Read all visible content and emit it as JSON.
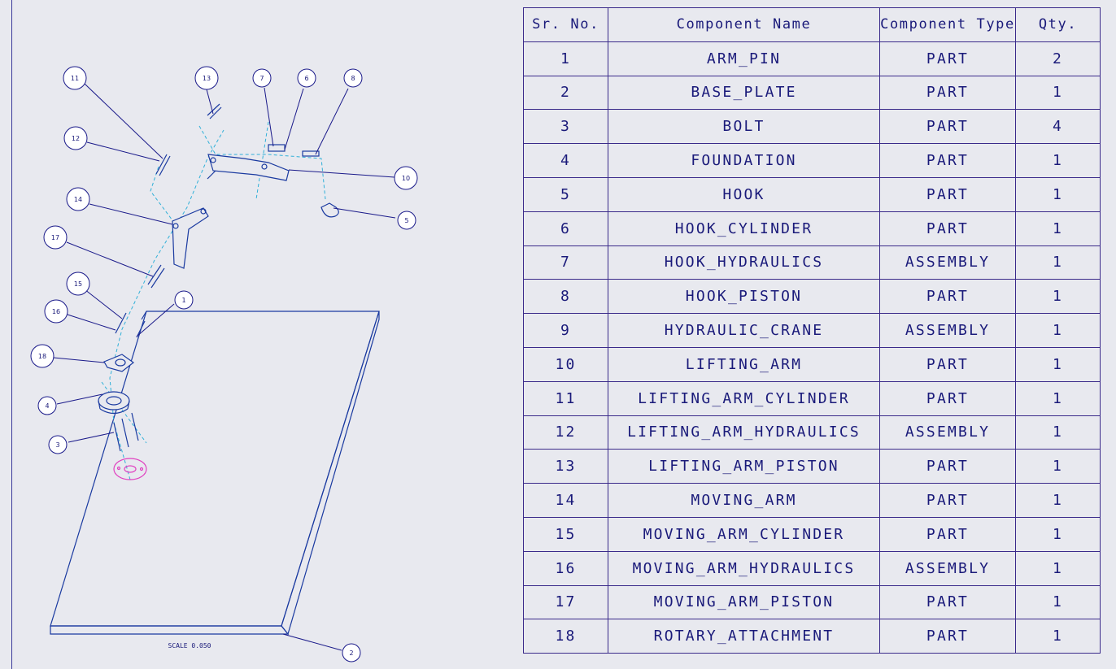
{
  "drawing": {
    "scale_label": "SCALE  0.050",
    "balloons": [
      "1",
      "2",
      "3",
      "4",
      "5",
      "6",
      "7",
      "8",
      "10",
      "11",
      "12",
      "13",
      "14",
      "15",
      "16",
      "17",
      "18"
    ]
  },
  "bom": {
    "headers": [
      "Sr. No.",
      "Component Name",
      "Component Type",
      "Qty."
    ],
    "rows": [
      [
        "1",
        "ARM_PIN",
        "PART",
        "2"
      ],
      [
        "2",
        "BASE_PLATE",
        "PART",
        "1"
      ],
      [
        "3",
        "BOLT",
        "PART",
        "4"
      ],
      [
        "4",
        "FOUNDATION",
        "PART",
        "1"
      ],
      [
        "5",
        "HOOK",
        "PART",
        "1"
      ],
      [
        "6",
        "HOOK_CYLINDER",
        "PART",
        "1"
      ],
      [
        "7",
        "HOOK_HYDRAULICS",
        "ASSEMBLY",
        "1"
      ],
      [
        "8",
        "HOOK_PISTON",
        "PART",
        "1"
      ],
      [
        "9",
        "HYDRAULIC_CRANE",
        "ASSEMBLY",
        "1"
      ],
      [
        "10",
        "LIFTING_ARM",
        "PART",
        "1"
      ],
      [
        "11",
        "LIFTING_ARM_CYLINDER",
        "PART",
        "1"
      ],
      [
        "12",
        "LIFTING_ARM_HYDRAULICS",
        "ASSEMBLY",
        "1"
      ],
      [
        "13",
        "LIFTING_ARM_PISTON",
        "PART",
        "1"
      ],
      [
        "14",
        "MOVING_ARM",
        "PART",
        "1"
      ],
      [
        "15",
        "MOVING_ARM_CYLINDER",
        "PART",
        "1"
      ],
      [
        "16",
        "MOVING_ARM_HYDRAULICS",
        "ASSEMBLY",
        "1"
      ],
      [
        "17",
        "MOVING_ARM_PISTON",
        "PART",
        "1"
      ],
      [
        "18",
        "ROTARY_ATTACHMENT",
        "PART",
        "1"
      ]
    ]
  }
}
